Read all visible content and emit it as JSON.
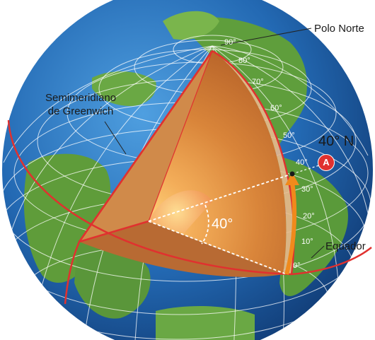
{
  "labels": {
    "north_pole": "Polo Norte",
    "equator": "Equador",
    "meridian_line1": "Semimeridiano",
    "meridian_line2": "de Greenwich",
    "latitude_point": "40° N",
    "center_angle": "40°",
    "point_name": "A"
  },
  "degree_ticks": [
    "90°",
    "80°",
    "70°",
    "60°",
    "50°",
    "40°",
    "30°",
    "20°",
    "10°",
    "0°"
  ],
  "colors": {
    "ocean": "#2a73bd",
    "land": "#5c9a3a",
    "cut_face": "#c9742f",
    "core": "#f3a35b",
    "outline_red": "#e0312f",
    "arrow_orange": "#f08a1c"
  }
}
